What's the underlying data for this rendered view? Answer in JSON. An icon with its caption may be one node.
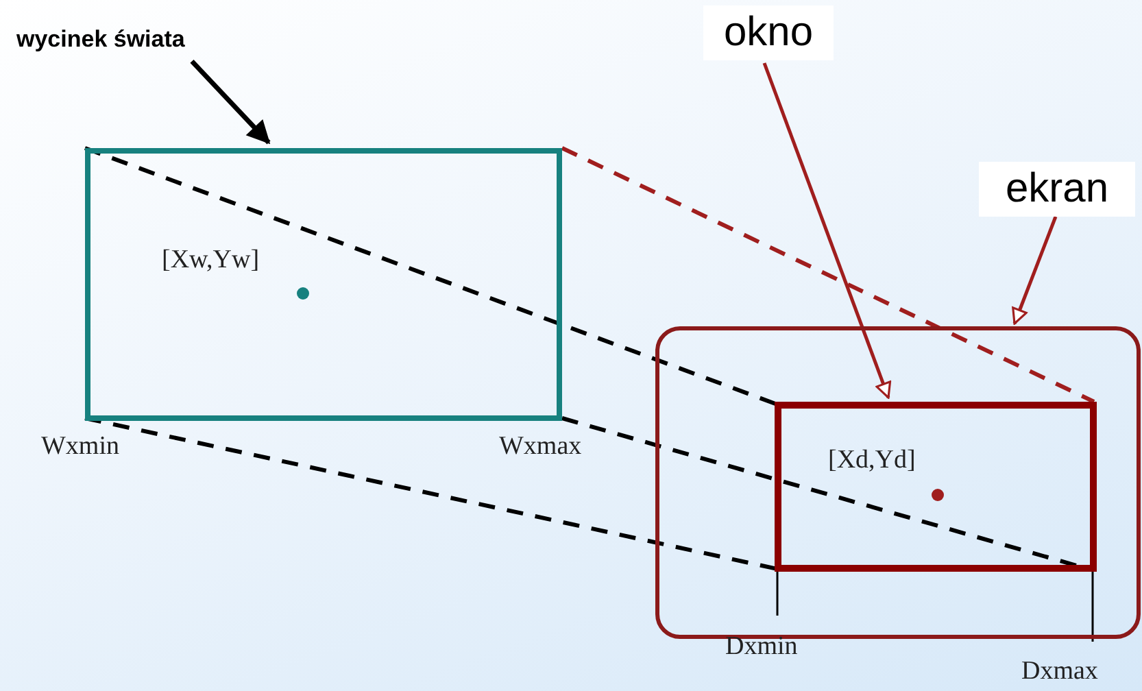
{
  "diagram": {
    "nodes": [
      {
        "text": [
          "wycinek świata"
        ]
      },
      {
        "text": [],
        "shape": "box"
      },
      {
        "text": [
          "okno"
        ]
      },
      {
        "text": [
          "ekran"
        ]
      },
      {
        "text": [],
        "shape": "box"
      },
      {
        "text": [],
        "shape": "box",
        "in": 4
      }
    ],
    "edges": [
      {
        "from": 0,
        "to": 1,
        "arrow": "to"
      },
      {
        "from": 2,
        "to": 5,
        "arrow": "to",
        "color": "#a01e1e"
      },
      {
        "from": 3,
        "to": 4,
        "arrow": "to",
        "color": "#a01e1e"
      },
      {
        "from": 1,
        "to": 5,
        "arrow": "none",
        "style": "dashed"
      },
      {
        "from": 1,
        "to": 5,
        "arrow": "none",
        "style": "dashed",
        "color": "#a01e1e"
      },
      {
        "from": 1,
        "to": 5,
        "arrow": "none",
        "style": "dashed"
      },
      {
        "from": 1,
        "to": 5,
        "arrow": "none",
        "style": "dashed"
      }
    ],
    "labels": [
      "[Xw,Yw]",
      "Wxmin",
      "Wxmax",
      "[Xd,Yd]",
      "Dxmin",
      "Dxmax"
    ]
  }
}
